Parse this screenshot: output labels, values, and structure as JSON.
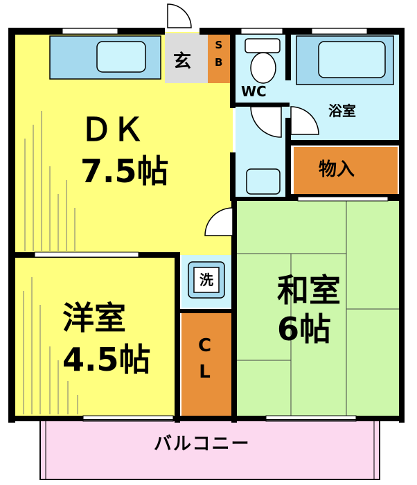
{
  "rooms": {
    "dk": {
      "name": "ＤＫ",
      "size": "7.5帖"
    },
    "western": {
      "name": "洋室",
      "size": "4.5帖"
    },
    "japanese": {
      "name": "和室",
      "size": "6帖"
    },
    "entrance": "玄",
    "shoe_box": [
      "S",
      "B"
    ],
    "wc": "WC",
    "bath": "浴室",
    "storage": "物入",
    "laundry": "洗",
    "closet": [
      "C",
      "L"
    ],
    "balcony": "バルコニー"
  },
  "colors": {
    "wall": "#000000",
    "dk_floor": "#ffff7f",
    "western_floor": "#ffff7f",
    "tatami": "#cdf7ab",
    "wet_area": "#cdf4fc",
    "storage": "#e8903a",
    "entrance": "#dcdcdc",
    "balcony": "#fcd9ef",
    "fixture": "#a5d9ee"
  }
}
